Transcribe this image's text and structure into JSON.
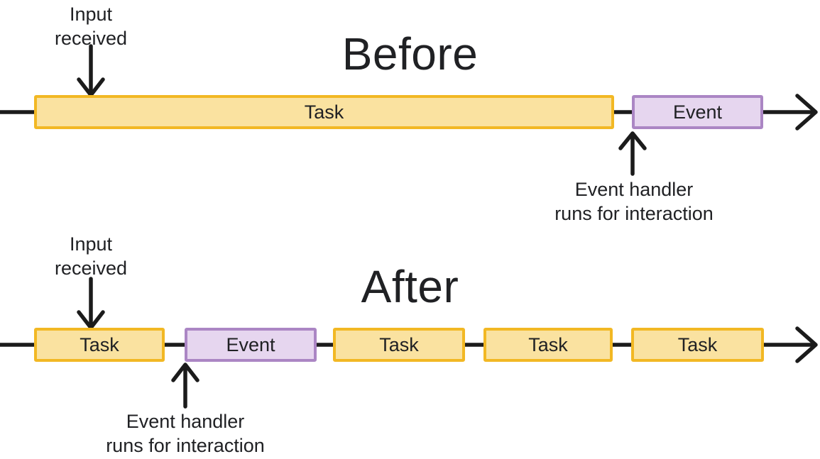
{
  "colors": {
    "task_fill": "#FAE2A0",
    "task_border": "#F2B824",
    "event_fill": "#E6D6EF",
    "event_border": "#AB86C4",
    "line_color": "#1B1B1B",
    "text_color": "#202124",
    "bg_color": "#FFFFFF"
  },
  "before": {
    "title": "Before",
    "input_label": {
      "line1": "Input",
      "line2": "received"
    },
    "handler_label": {
      "line1": "Event handler",
      "line2": "runs for interaction"
    },
    "segments": [
      {
        "type": "task",
        "label": "Task"
      },
      {
        "type": "event",
        "label": "Event"
      }
    ]
  },
  "after": {
    "title": "After",
    "input_label": {
      "line1": "Input",
      "line2": "received"
    },
    "handler_label": {
      "line1": "Event handler",
      "line2": "runs for interaction"
    },
    "segments": [
      {
        "type": "task",
        "label": "Task"
      },
      {
        "type": "event",
        "label": "Event"
      },
      {
        "type": "task",
        "label": "Task"
      },
      {
        "type": "task",
        "label": "Task"
      },
      {
        "type": "task",
        "label": "Task"
      }
    ]
  }
}
